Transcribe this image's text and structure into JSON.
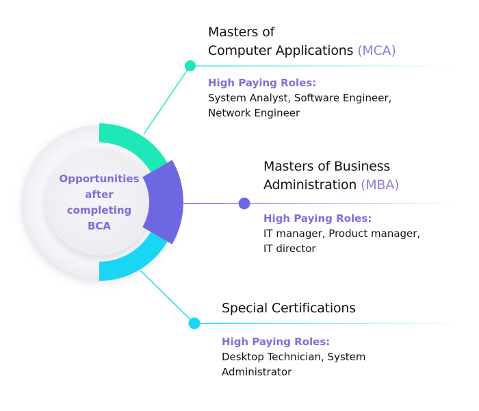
{
  "center": {
    "lines": [
      "Opportunities",
      "after",
      "completing",
      "BCA"
    ]
  },
  "colors": {
    "green": "#1ee8b8",
    "purple": "#6d68e2",
    "cyan": "#1ad6f5",
    "label": "#7a72d8"
  },
  "items": [
    {
      "title_line1": "Masters of",
      "title_line2": "Computer Applications",
      "abbr": "(MCA)",
      "roles_label": "High Paying Roles:",
      "roles_line1": "System Analyst, Software Engineer,",
      "roles_line2": "Network Engineer"
    },
    {
      "title_line1": "Masters of Business",
      "title_line2": "Administration",
      "abbr": "(MBA)",
      "roles_label": "High Paying Roles:",
      "roles_line1": "IT manager, Product manager,",
      "roles_line2": "IT director"
    },
    {
      "title_line1": "Special Certifications",
      "roles_label": "High Paying Roles:",
      "roles_line1": "Desktop Technician, System",
      "roles_line2": "Administrator"
    }
  ]
}
